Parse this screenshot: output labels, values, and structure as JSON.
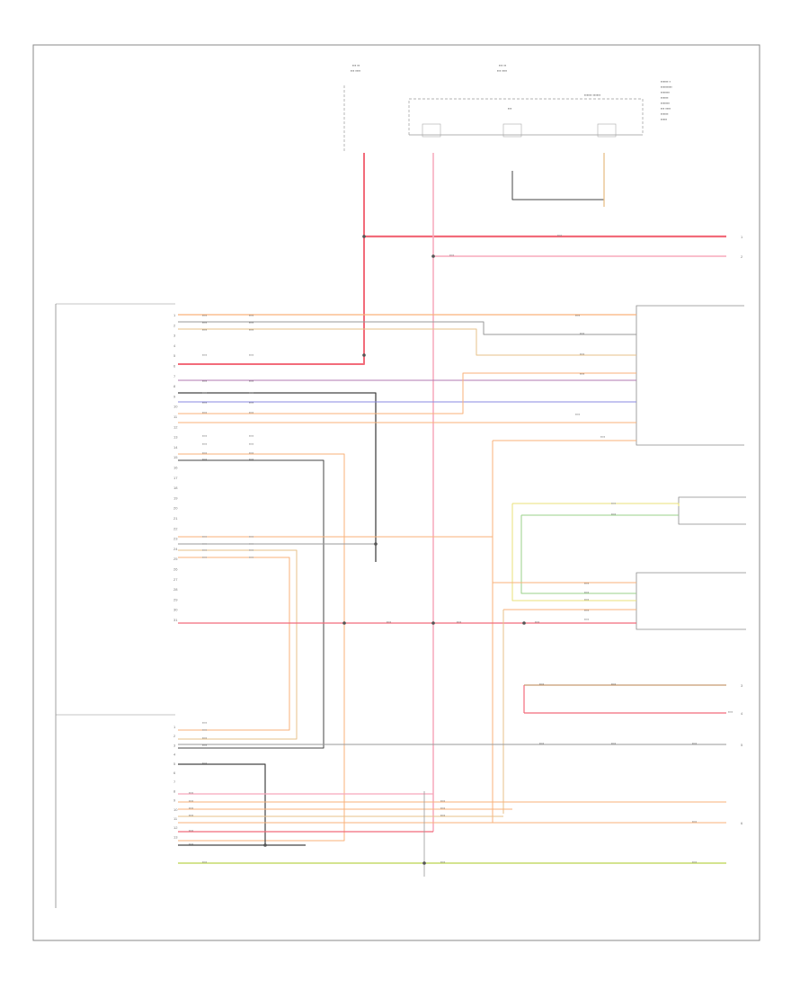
{
  "diagram": {
    "left_connector_pins": [
      "1",
      "2",
      "3",
      "4",
      "5",
      "6",
      "7",
      "8",
      "9",
      "10",
      "11",
      "12",
      "13",
      "14",
      "15",
      "16",
      "17",
      "18",
      "19",
      "20",
      "21",
      "22",
      "23",
      "24",
      "25",
      "26",
      "27",
      "28",
      "29",
      "30",
      "31"
    ],
    "bottom_connector_pins": [
      "1",
      "2",
      "3",
      "4",
      "5",
      "6",
      "7",
      "8",
      "9",
      "10",
      "11",
      "12",
      "13"
    ],
    "right_terminals": [
      "1",
      "2",
      "3",
      "4",
      "5",
      "6"
    ],
    "colors": {
      "red": "#f26b7a",
      "pink": "#f7a8bc",
      "orange": "#f9b27a",
      "tan": "#e7c08a",
      "brown": "#b8824e",
      "gray": "#9a9a9a",
      "dark": "#444444",
      "blue": "#8a8ae0",
      "purple": "#b07ab0",
      "green": "#9ad08a",
      "yellow": "#e8e07a",
      "lime": "#c6dc6a",
      "frame": "#7f7f7f"
    }
  }
}
